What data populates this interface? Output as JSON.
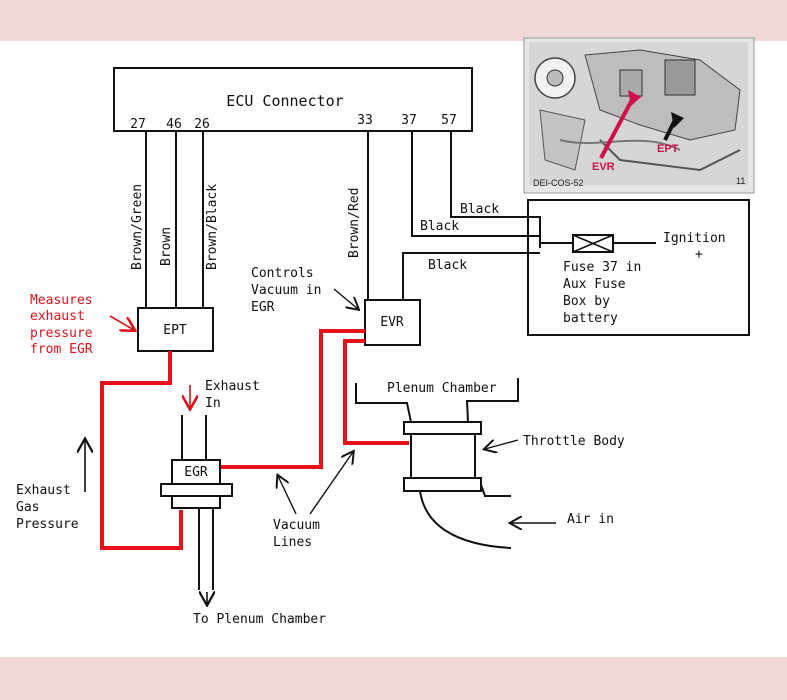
{
  "ecu": {
    "title": "ECU Connector",
    "pins": [
      "27",
      "46",
      "26",
      "33",
      "37",
      "57"
    ]
  },
  "wires": {
    "brown_green": "Brown/Green",
    "brown": "Brown",
    "brown_black": "Brown/Black",
    "brown_red": "Brown/Red",
    "black_top": "Black",
    "black_mid": "Black",
    "black_low": "Black"
  },
  "components": {
    "ept": "EPT",
    "evr": "EVR",
    "egr": "EGR"
  },
  "labels": {
    "measures": [
      "Measures",
      "exhaust",
      "pressure",
      "from EGR"
    ],
    "controls": [
      "Controls",
      "Vacuum in",
      "EGR"
    ],
    "fuse": [
      "Fuse 37 in",
      "Aux Fuse",
      "Box by",
      "battery"
    ],
    "ignition": "Ignition",
    "plus": "+",
    "exhaust_in": [
      "Exhaust",
      "In"
    ],
    "exhaust_gas": [
      "Exhaust",
      "Gas",
      "Pressure"
    ],
    "vacuum_lines": [
      "Vacuum",
      "Lines"
    ],
    "plenum_chamber": "Plenum Chamber",
    "throttle_body": "Throttle Body",
    "air_in": "Air in",
    "to_plenum": "To Plenum Chamber"
  },
  "photo": {
    "code": "DEI-COS-52",
    "number": "11",
    "evr": "EVR",
    "ept": "EPT"
  },
  "colors": {
    "vacuum_line": "#e8101a",
    "wire": "#111111",
    "evr_arrow": "#d0104a",
    "background": "#f0d9d4"
  }
}
